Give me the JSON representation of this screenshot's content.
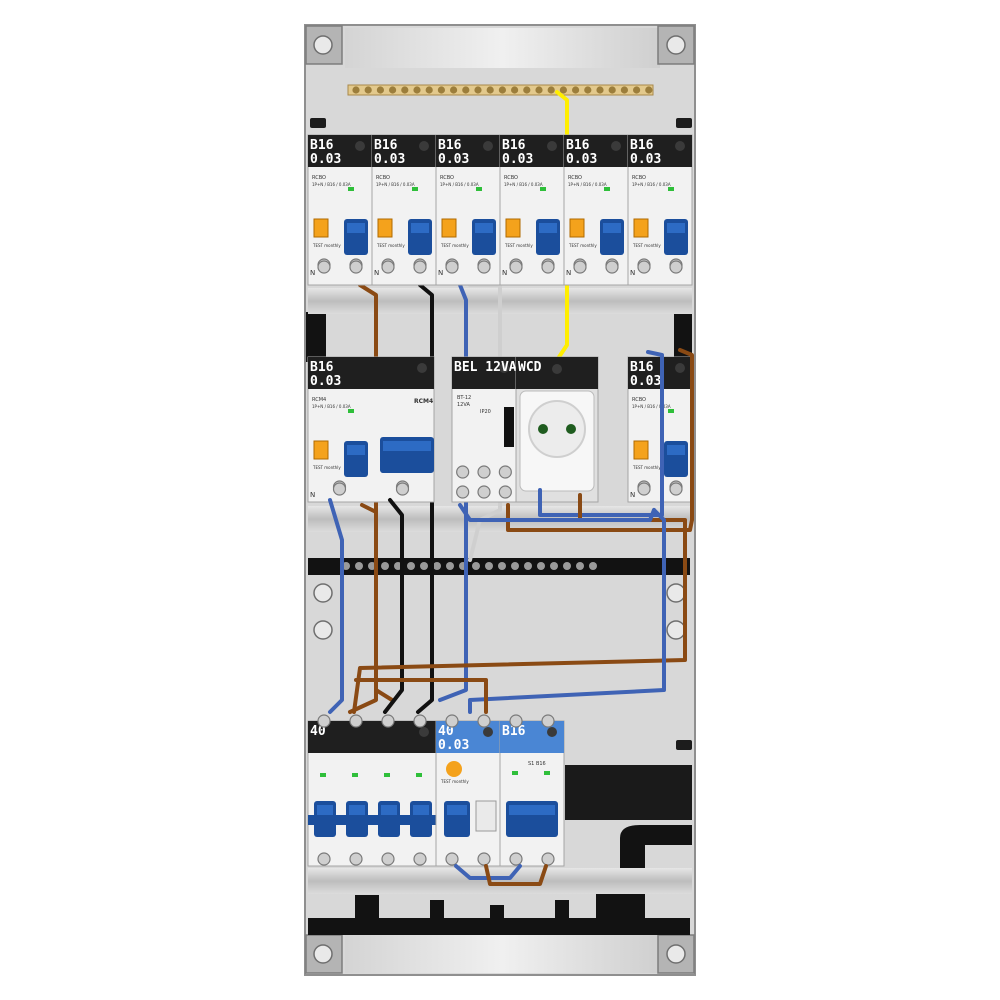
{
  "rows": [
    {
      "modules": [
        {
          "rating": "B16",
          "sensitivity": "0.03",
          "type": "rcbo",
          "model": "RCBO",
          "spec": "1P+N / B16 / 0.03A"
        },
        {
          "rating": "B16",
          "sensitivity": "0.03",
          "type": "rcbo",
          "model": "RCBO",
          "spec": "1P+N / B16 / 0.03A"
        },
        {
          "rating": "B16",
          "sensitivity": "0.03",
          "type": "rcbo",
          "model": "RCBO",
          "spec": "1P+N / B16 / 0.03A"
        },
        {
          "rating": "B16",
          "sensitivity": "0.03",
          "type": "rcbo",
          "model": "RCBO",
          "spec": "1P+N / B16 / 0.03A"
        },
        {
          "rating": "B16",
          "sensitivity": "0.03",
          "type": "rcbo",
          "model": "RCBO",
          "spec": "1P+N / B16 / 0.03A"
        },
        {
          "rating": "B16",
          "sensitivity": "0.03",
          "type": "rcbo",
          "model": "RCBO",
          "spec": "1P+N / B16 / 0.03A"
        }
      ]
    },
    {
      "modules": [
        {
          "rating": "B16",
          "sensitivity": "0.03",
          "type": "rcbo-wide",
          "model": "RCM4",
          "spec": "1P+N / B16 / 0.03A"
        },
        {
          "rating": "BEL 12VA",
          "sensitivity": "",
          "type": "bell",
          "model": "BT-12",
          "spec": "12VA",
          "extra": "IP20"
        },
        {
          "rating": "WCD",
          "sensitivity": "",
          "type": "socket"
        },
        {
          "rating": "B16",
          "sensitivity": "0.03",
          "type": "rcbo",
          "model": "RCBO",
          "spec": "1P+N / B16 / 0.03A"
        }
      ]
    },
    {
      "modules": [
        {
          "rating": "40",
          "sensitivity": "",
          "type": "main-switch"
        },
        {
          "rating": "40",
          "sensitivity": "0.03",
          "type": "rcd"
        },
        {
          "rating": "B16",
          "sensitivity": "",
          "type": "mcb",
          "model": "S1 B16"
        }
      ]
    }
  ],
  "labels": {
    "terminal_n": "N",
    "test_text": "TEST monthly"
  },
  "colors": {
    "phase": "#8a4a14",
    "neutral": "#3f63b5",
    "earth": "#ffee00",
    "switched": "#111111",
    "grey_wire": "#cfcfcf",
    "module_body": "#f2f2f2",
    "head_dark": "#1f1f1f",
    "head_blue": "#4a86d4",
    "lever": "#1b4e9c",
    "test_button": "#f4a21c"
  }
}
